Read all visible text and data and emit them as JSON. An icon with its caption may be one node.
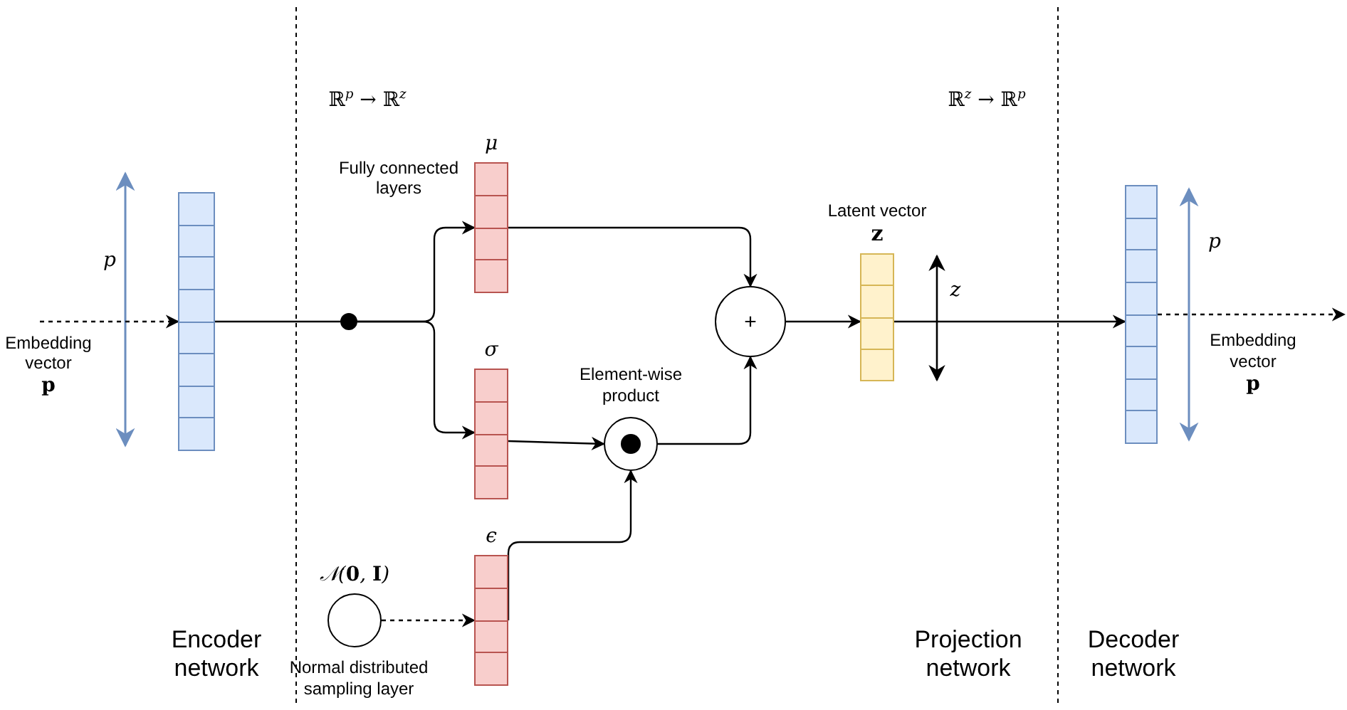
{
  "diagram": {
    "nodes": [
      {
        "text": [],
        "shape": "bar"
      },
      {
        "text": [],
        "shape": "circle"
      },
      {
        "text": [
          "μ"
        ]
      },
      {
        "text": [
          "σ"
        ]
      },
      {
        "text": [
          "𝒩(**0**, **I**)"
        ],
        "beside": [
          "Normal distributed sampling layer"
        ]
      },
      {
        "text": [
          "ϵ"
        ]
      },
      {
        "text": [],
        "shape": "circle",
        "beside": [
          "Element-wise product"
        ]
      },
      {
        "text": [
          "+"
        ]
      },
      {
        "text": [
          "Latent vector **z**"
        ]
      },
      {
        "text": [],
        "shape": "bar",
        "beside": [
          "Embedding vector **p**"
        ]
      }
    ],
    "edges": [
      {
        "from": null,
        "to": 0,
        "arrow": "to",
        "style": "dashed"
      },
      {
        "from": 0,
        "to": 1,
        "arrow": "none"
      },
      {
        "from": 1,
        "to": 2,
        "arrow": "to"
      },
      {
        "from": 1,
        "to": 3,
        "arrow": "to"
      },
      {
        "from": 4,
        "to": 5,
        "arrow": "to",
        "style": "dashed"
      },
      {
        "from": 3,
        "to": 6,
        "arrow": "to"
      },
      {
        "from": 5,
        "to": 6,
        "arrow": "to"
      },
      {
        "from": 2,
        "to": 7,
        "arrow": "to"
      },
      {
        "from": 6,
        "to": 7,
        "arrow": "to"
      },
      {
        "from": 7,
        "to": 8,
        "arrow": "to"
      },
      {
        "from": 8,
        "to": 9,
        "arrow": "to"
      },
      {
        "from": 9,
        "to": null,
        "arrow": "to",
        "style": "dashed"
      }
    ],
    "labels": [
      "ℝ$^{p}$ → ℝ$^{z}$",
      "ℝ$^{z}$ → ℝ$^{p}$",
      "Fully connected layers",
      "p",
      "Embedding vector **p**",
      "z",
      "p",
      "Encoder network",
      "Projection network",
      "Decoder network"
    ]
  }
}
